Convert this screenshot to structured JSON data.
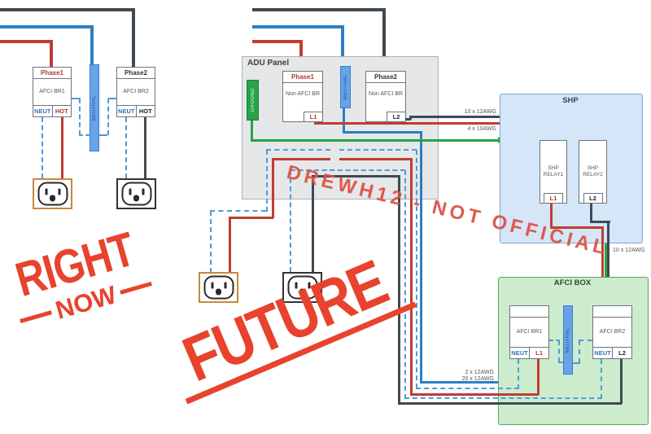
{
  "stamps": {
    "right_now": {
      "word1": "RIGHT",
      "word2": "NOW"
    },
    "future": "FUTURE",
    "watermark": "DREWH12 - NOT OFFICIAL"
  },
  "now": {
    "b1": {
      "header": "Phase1",
      "body": "AFCI BR1",
      "t1": "NEUT",
      "t2": "HOT"
    },
    "b2": {
      "header": "Phase2",
      "body": "AFCI BR2",
      "t1": "NEUT",
      "t2": "HOT"
    },
    "neutral_bar": "NEUTRAL"
  },
  "future": {
    "panel": {
      "title": "ADU Panel",
      "ground_bar": "GROUND",
      "neutral_bar": "NEUTRAL",
      "b1": {
        "header": "Phase1",
        "body": "Non AFCI BR",
        "t": "L1"
      },
      "b2": {
        "header": "Phase2",
        "body": "Non AFCI BR",
        "t": "L2"
      }
    },
    "shp": {
      "title": "SHP",
      "r1": {
        "body": "SHP RELAY1",
        "t": "L1"
      },
      "r2": {
        "body": "SHP RELAY2",
        "t": "L2"
      }
    },
    "afci": {
      "title": "AFCI BOX",
      "neutral_bar": "NEUTRAL",
      "b1": {
        "body": "AFCI BR1",
        "t1": "NEUT",
        "t2": "L1"
      },
      "b2": {
        "body": "AFCI BR2",
        "t1": "NEUT",
        "t2": "L2"
      }
    },
    "labels": {
      "feed1": "10 x 12AWG",
      "feed2": "4 x 10AWG",
      "shp_afci": "10 x 12AWG",
      "afci1": "2 x 12AWG",
      "afci2": "20 x 12AWG"
    }
  },
  "colors": {
    "stamp_red": "#e8432d",
    "watermark_red": "#dd5244",
    "wire_red": "#bf3d32",
    "wire_dark": "#3f4a52",
    "wire_blue": "#2d7fc1",
    "wire_dashed_blue": "#4e9bd8",
    "wire_green": "#27a348",
    "neutral_bar_fill": "#66a3e8",
    "ground_bar_fill": "#27a348",
    "shp_fill": "#d4e6f8",
    "afci_fill": "#cdeccd",
    "panel_fill": "#e5e7e9",
    "outlet_orange": "#c8883a"
  }
}
